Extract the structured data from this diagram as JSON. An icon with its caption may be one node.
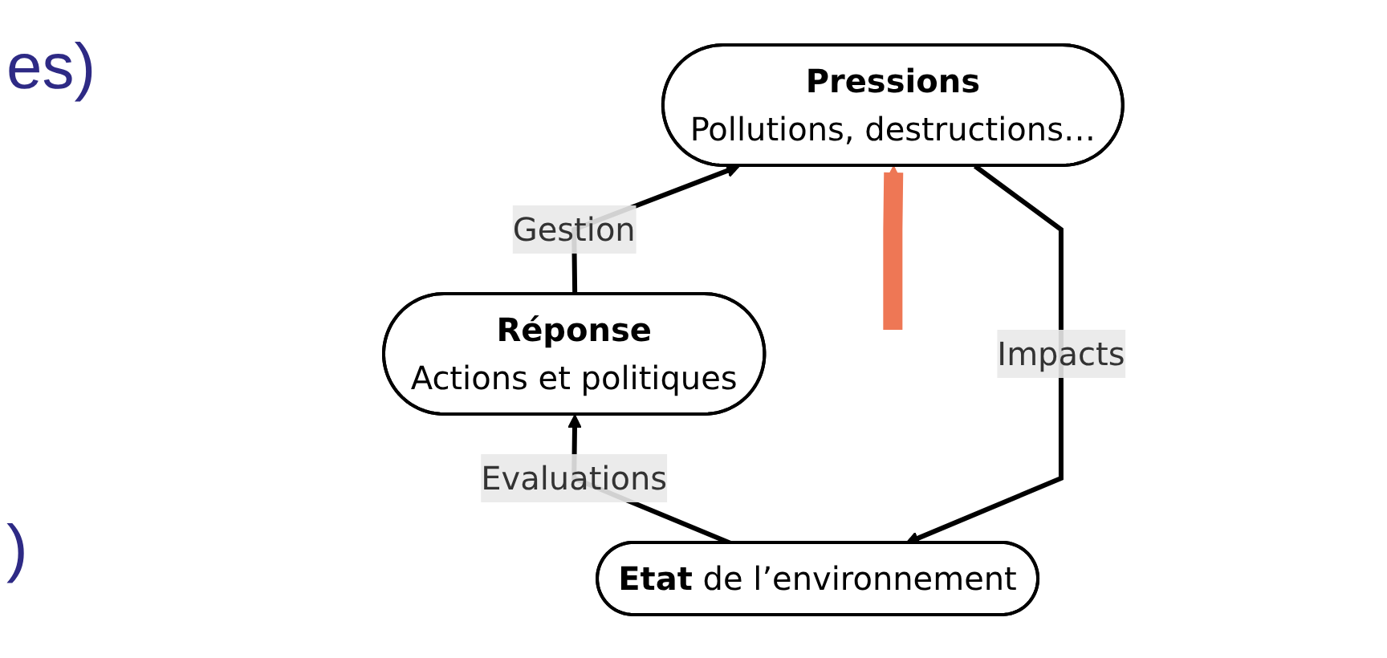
{
  "diagram": {
    "nodes": [
      {
        "text": [
          "**Etat** de l’environnement"
        ]
      },
      {
        "text": [
          "Pressions",
          "Pollutions, destructions…"
        ]
      },
      {
        "text": [
          "Réponse",
          "Actions et politiques"
        ]
      }
    ],
    "edges": [
      {
        "from": 1,
        "to": 0,
        "arrow": "to",
        "label": "Impacts"
      },
      {
        "from": 0,
        "to": 2,
        "arrow": "to",
        "label": "Evaluations"
      },
      {
        "from": 2,
        "to": 1,
        "arrow": "to",
        "label": "Gestion"
      },
      {
        "from": null,
        "to": 1,
        "arrow": "to",
        "style": "thick",
        "color": "#ee7755"
      }
    ],
    "labels": [
      "es)",
      ")"
    ]
  }
}
